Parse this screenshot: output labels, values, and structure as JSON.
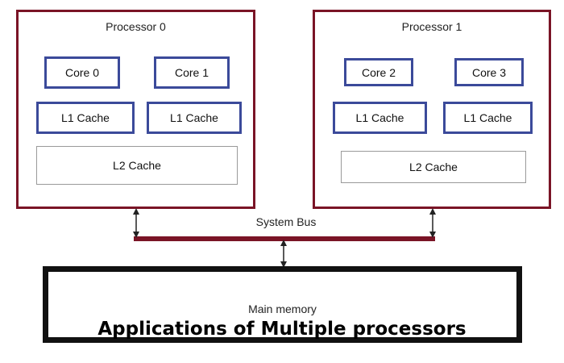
{
  "processors": [
    {
      "title": "Processor 0",
      "cores": [
        "Core 0",
        "Core 1"
      ],
      "l1": [
        "L1 Cache",
        "L1 Cache"
      ],
      "l2": "L2 Cache"
    },
    {
      "title": "Processor 1",
      "cores": [
        "Core 2",
        "Core 3"
      ],
      "l1": [
        "L1 Cache",
        "L1 Cache"
      ],
      "l2": "L2 Cache"
    }
  ],
  "bus": {
    "label": "System Bus"
  },
  "memory": {
    "label": "Main memory"
  },
  "caption": "Applications of Multiple processors",
  "colors": {
    "processor_border": "#7a1426",
    "core_border": "#3b4a9a",
    "bus": "#7a1426",
    "memory_border": "#111111"
  }
}
